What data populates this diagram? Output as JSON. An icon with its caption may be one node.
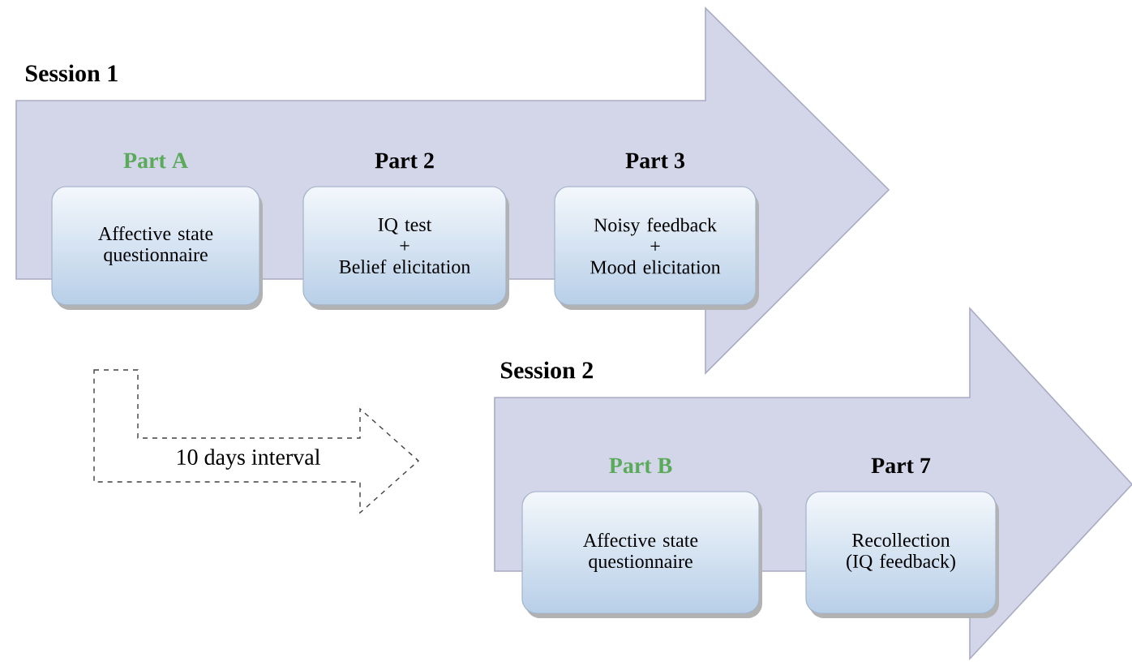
{
  "diagram": {
    "nodes": [
      {
        "text": [
          "Session 1"
        ]
      },
      {
        "text": [
          "Part A",
          "Affective state questionnaire"
        ],
        "in": 0
      },
      {
        "text": [
          "Part 2",
          "IQ test",
          "+",
          "Belief elicitation"
        ],
        "in": 0
      },
      {
        "text": [
          "Part 3",
          "Noisy feedback",
          "+",
          "Mood elicitation"
        ],
        "in": 0
      },
      {
        "text": [
          "10 days interval"
        ]
      },
      {
        "text": [
          "Session 2"
        ]
      },
      {
        "text": [
          "Part B",
          "Affective state questionnaire"
        ],
        "in": 5
      },
      {
        "text": [
          "Part 7",
          "Recollection (IQ feedback)"
        ],
        "in": 5
      }
    ]
  }
}
